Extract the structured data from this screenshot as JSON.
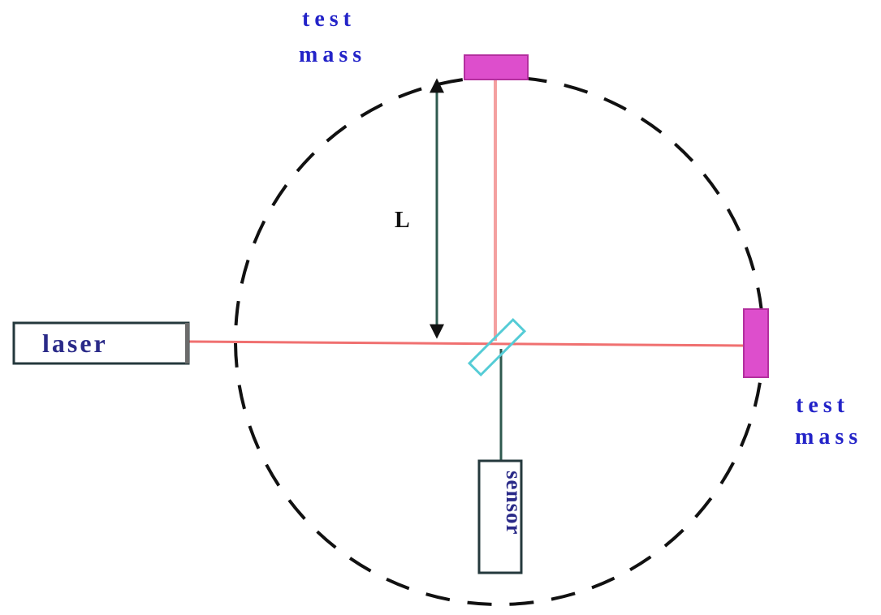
{
  "labels": {
    "top_mass_line1": "test",
    "top_mass_line2": "mass",
    "right_mass_line1": "test",
    "right_mass_line2": "mass",
    "length": "L",
    "laser": "laser",
    "sensor": "sensor"
  },
  "colors": {
    "beam": "#f07070",
    "vertical_beam": "#f4a0a0",
    "dark_line": "#2f5a4f",
    "mass": "#dd4ecc",
    "beamsplitter": "#55ccd6",
    "label_blue": "#2323c8",
    "circle": "#111111"
  },
  "icons": {
    "beamsplitter": "beamsplitter-icon",
    "arrow": "double-arrow-icon"
  }
}
